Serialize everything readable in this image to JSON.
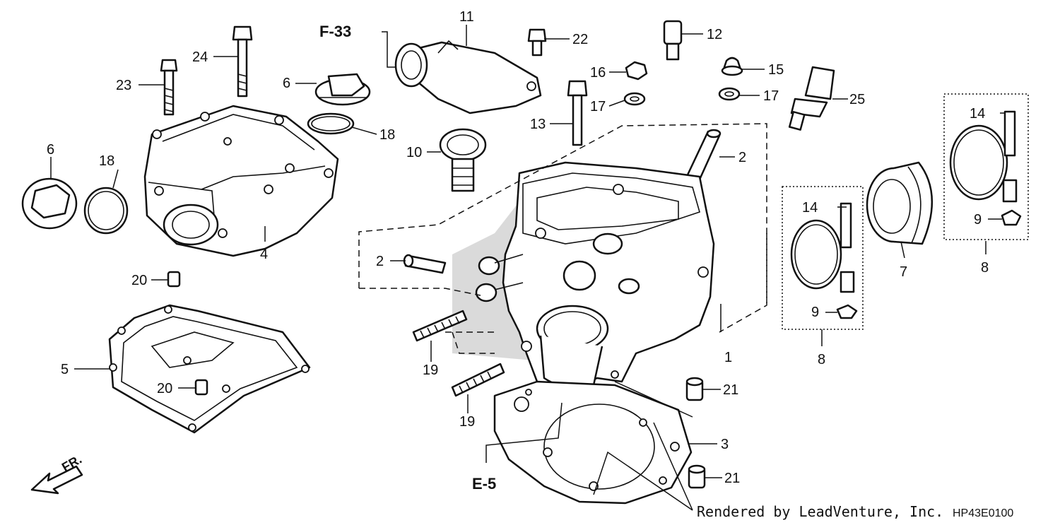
{
  "diagram": {
    "part_labels": [
      "1",
      "2",
      "2",
      "3",
      "4",
      "5",
      "6",
      "6",
      "7",
      "8",
      "8",
      "9",
      "9",
      "10",
      "11",
      "12",
      "13",
      "14",
      "14",
      "15",
      "16",
      "17",
      "17",
      "18",
      "18",
      "19",
      "19",
      "20",
      "20",
      "21",
      "21",
      "22",
      "23",
      "24",
      "25"
    ],
    "references": {
      "f33": "F-33",
      "e5": "E-5",
      "front": "FR."
    },
    "credit": "Rendered by LeadVenture, Inc.",
    "diagram_code": "HP43E0100"
  }
}
